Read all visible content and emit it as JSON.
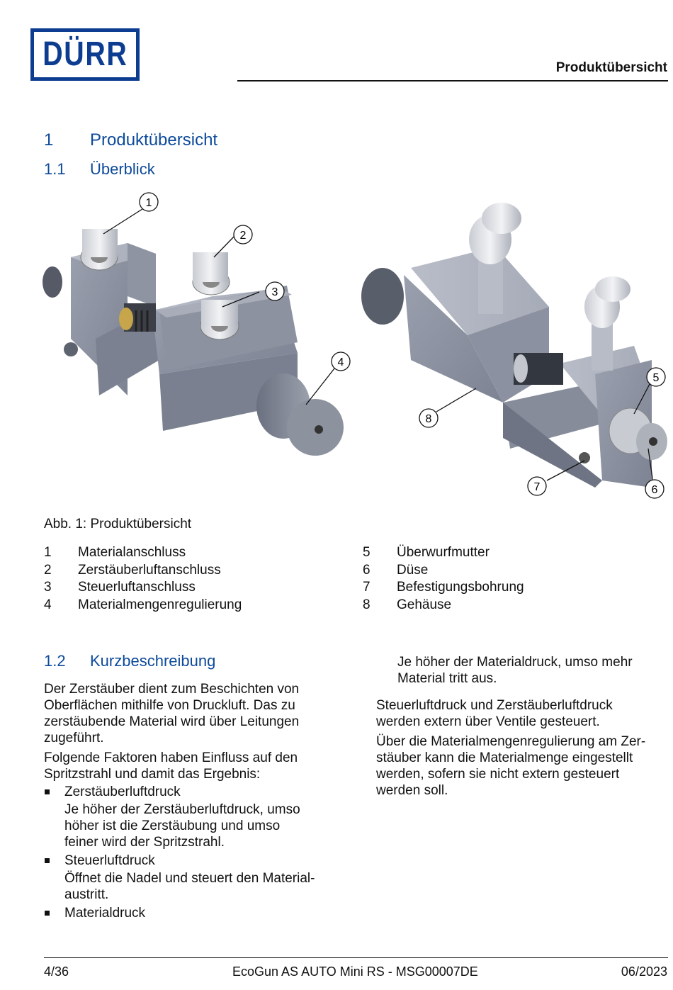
{
  "header": {
    "logo_text": "DÜRR",
    "section_title": "Produktübersicht",
    "brand_color": "#0d3d91"
  },
  "heading1": {
    "number": "1",
    "title": "Produktübersicht"
  },
  "heading1_1": {
    "number": "1.1",
    "title": "Überblick"
  },
  "figure": {
    "callouts": [
      "1",
      "2",
      "3",
      "4",
      "5",
      "6",
      "7",
      "8"
    ],
    "caption": "Abb. 1: Produktübersicht"
  },
  "legend": {
    "left": [
      {
        "num": "1",
        "label": "Materialanschluss"
      },
      {
        "num": "2",
        "label": "Zerstäuberluftanschluss"
      },
      {
        "num": "3",
        "label": "Steuerluftanschluss"
      },
      {
        "num": "4",
        "label": "Materialmengenregulierung"
      }
    ],
    "right": [
      {
        "num": "5",
        "label": "Überwurfmutter"
      },
      {
        "num": "6",
        "label": "Düse"
      },
      {
        "num": "7",
        "label": "Befestigungsbohrung"
      },
      {
        "num": "8",
        "label": "Gehäuse"
      }
    ]
  },
  "heading1_2": {
    "number": "1.2",
    "title": "Kurzbeschreibung"
  },
  "left_column": {
    "p1": [
      "Der Zerstäuber dient zum Beschichten von",
      "Oberflächen mithilfe von Druckluft. Das zu",
      "zerstäubende Material wird über Leitungen",
      "zugeführt."
    ],
    "p2": [
      "Folgende Faktoren haben Einfluss auf den",
      "Spritzstrahl und damit das Ergebnis:"
    ],
    "bullets": [
      {
        "title": "Zerstäuberluftdruck",
        "desc": [
          "Je höher der Zerstäuberluftdruck, umso",
          "höher ist die Zerstäubung und umso",
          "feiner wird der Spritzstrahl."
        ]
      },
      {
        "title": "Steuerluftdruck",
        "desc": [
          "Öffnet die Nadel und steuert den Material-",
          "austritt."
        ]
      },
      {
        "title": "Materialdruck",
        "desc": []
      }
    ]
  },
  "right_column": {
    "cont": [
      "Je höher der Materialdruck, umso mehr",
      "Material tritt aus."
    ],
    "p1": [
      "Steuerluftdruck und Zerstäuberluftdruck",
      "werden extern über Ventile gesteuert."
    ],
    "p2": [
      "Über die Materialmengenregulierung am Zer-",
      "stäuber kann die Materialmenge eingestellt",
      "werden, sofern sie nicht extern gesteuert",
      "werden soll."
    ]
  },
  "footer": {
    "page": "4/36",
    "document": "EcoGun AS AUTO Mini RS - MSG00007DE",
    "date": "06/2023"
  }
}
